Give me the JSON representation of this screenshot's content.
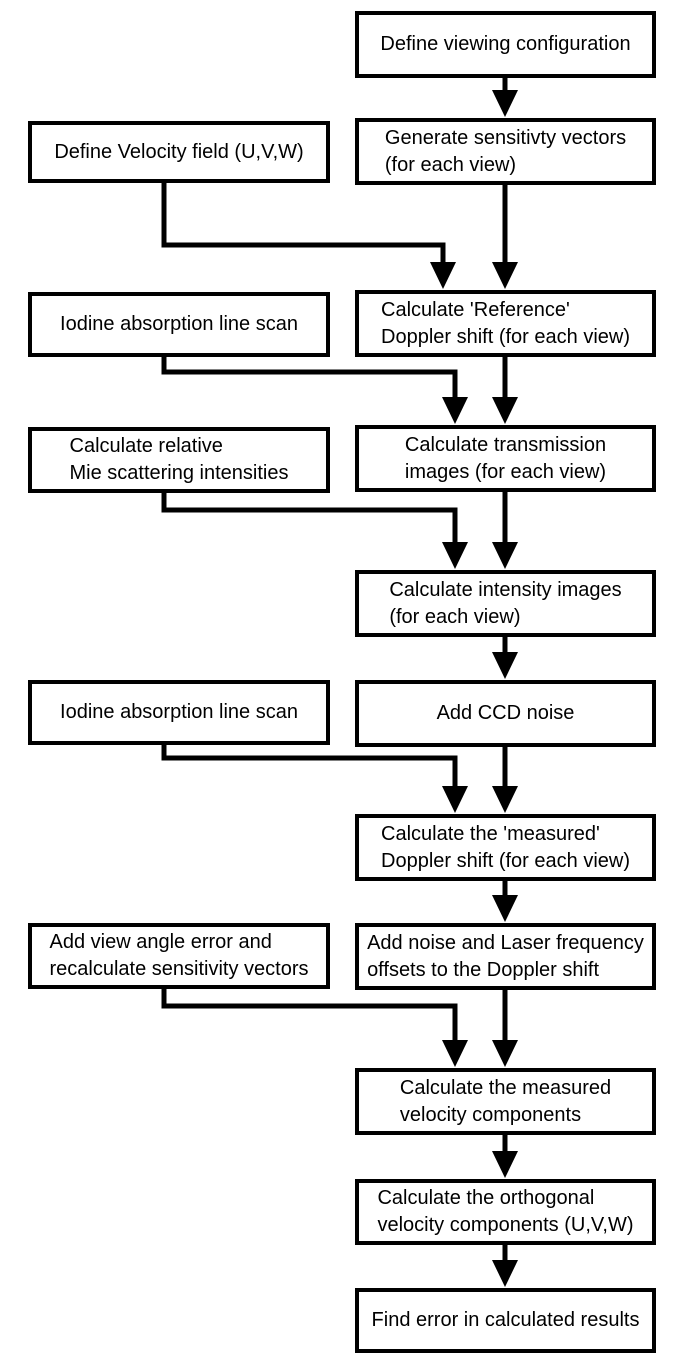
{
  "flowchart": {
    "background_color": "#ffffff",
    "box_border_color": "#000000",
    "arrow_color": "#000000",
    "text_color": "#000000",
    "main_flow": [
      {
        "id": "define-viewing-configuration",
        "label": "Define viewing configuration"
      },
      {
        "id": "generate-sensitivity-vectors",
        "label": "Generate sensitivty vectors\n(for each view)"
      },
      {
        "id": "calculate-reference-doppler-shift",
        "label": "Calculate 'Reference'\nDoppler shift (for each view)"
      },
      {
        "id": "calculate-transmission-images",
        "label": "Calculate transmission\nimages (for each view)"
      },
      {
        "id": "calculate-intensity-images",
        "label": "Calculate intensity images\n(for each view)"
      },
      {
        "id": "add-ccd-noise",
        "label": "Add CCD noise"
      },
      {
        "id": "calculate-measured-doppler-shift",
        "label": "Calculate the 'measured'\nDoppler shift (for each view)"
      },
      {
        "id": "add-noise-and-laser-frequency-offsets",
        "label": "Add noise and Laser frequency\noffsets to the Doppler shift"
      },
      {
        "id": "calculate-measured-velocity-components",
        "label": "Calculate the measured\nvelocity components"
      },
      {
        "id": "calculate-orthogonal-velocity-components",
        "label": "Calculate the orthogonal\nvelocity components (U,V,W)"
      },
      {
        "id": "find-error-in-calculated-results",
        "label": "Find error in calculated results"
      }
    ],
    "side_inputs": [
      {
        "id": "define-velocity-field",
        "label": "Define Velocity field (U,V,W)"
      },
      {
        "id": "iodine-absorption-line-scan-1",
        "label": "Iodine absorption line scan"
      },
      {
        "id": "calculate-relative-mie-scattering-intensities",
        "label": "Calculate relative\nMie scattering intensities"
      },
      {
        "id": "iodine-absorption-line-scan-2",
        "label": "Iodine absorption line scan"
      },
      {
        "id": "add-view-angle-error",
        "label": "Add view angle error and\nrecalculate sensitivity vectors"
      }
    ],
    "edges": [
      {
        "type": "straight",
        "from": "define-viewing-configuration",
        "to": "generate-sensitivity-vectors"
      },
      {
        "type": "straight",
        "from": "generate-sensitivity-vectors",
        "to": "calculate-reference-doppler-shift"
      },
      {
        "type": "straight",
        "from": "calculate-reference-doppler-shift",
        "to": "calculate-transmission-images"
      },
      {
        "type": "straight",
        "from": "calculate-transmission-images",
        "to": "calculate-intensity-images"
      },
      {
        "type": "straight",
        "from": "calculate-intensity-images",
        "to": "add-ccd-noise"
      },
      {
        "type": "straight",
        "from": "add-ccd-noise",
        "to": "calculate-measured-doppler-shift"
      },
      {
        "type": "straight",
        "from": "calculate-measured-doppler-shift",
        "to": "add-noise-and-laser-frequency-offsets"
      },
      {
        "type": "straight",
        "from": "add-noise-and-laser-frequency-offsets",
        "to": "calculate-measured-velocity-components"
      },
      {
        "type": "straight",
        "from": "calculate-measured-velocity-components",
        "to": "calculate-orthogonal-velocity-components"
      },
      {
        "type": "straight",
        "from": "calculate-orthogonal-velocity-components",
        "to": "find-error-in-calculated-results"
      },
      {
        "type": "elbow",
        "from": "define-velocity-field",
        "to": "calculate-reference-doppler-shift"
      },
      {
        "type": "elbow",
        "from": "iodine-absorption-line-scan-1",
        "to": "calculate-transmission-images"
      },
      {
        "type": "elbow",
        "from": "calculate-relative-mie-scattering-intensities",
        "to": "calculate-intensity-images"
      },
      {
        "type": "elbow",
        "from": "iodine-absorption-line-scan-2",
        "to": "calculate-measured-doppler-shift"
      },
      {
        "type": "elbow",
        "from": "add-view-angle-error",
        "to": "calculate-measured-velocity-components"
      }
    ]
  }
}
